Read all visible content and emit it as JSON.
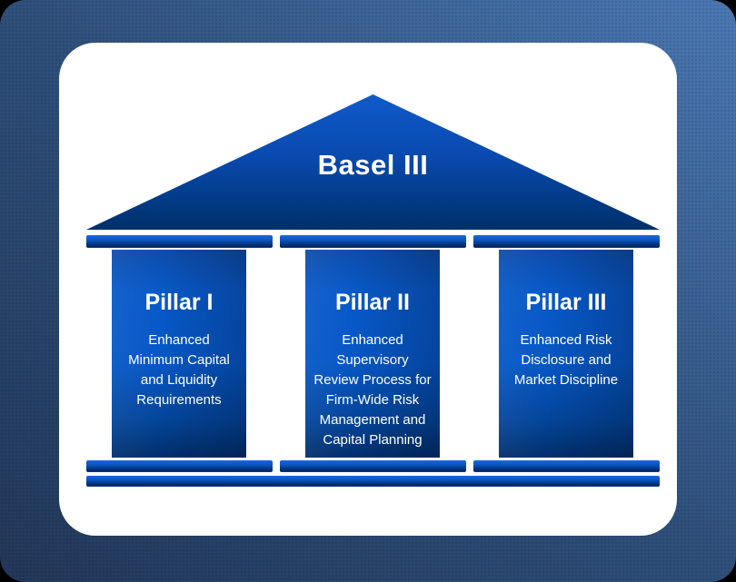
{
  "diagram": {
    "title": "Basel III",
    "pillars": [
      {
        "title": "Pillar I",
        "description": "Enhanced\nMinimum Capital\nand Liquidity\nRequirements"
      },
      {
        "title": "Pillar II",
        "description": "Enhanced\nSupervisory\nReview Process for\nFirm-Wide Risk\nManagement and\nCapital Planning"
      },
      {
        "title": "Pillar III",
        "description": "Enhanced Risk\nDisclosure and\nMarket Discipline"
      }
    ],
    "colors": {
      "background_dark": "#223859",
      "background_light": "#4b79b4",
      "card": "#ffffff",
      "roof_top": "#0f5ac9",
      "roof_bottom": "#00306b",
      "pillar_bright": "#0657c6",
      "pillar_dark": "#012f6b",
      "bar_top": "#1a67e0",
      "bar_bottom": "#00255c",
      "text": "#ffffff"
    }
  }
}
